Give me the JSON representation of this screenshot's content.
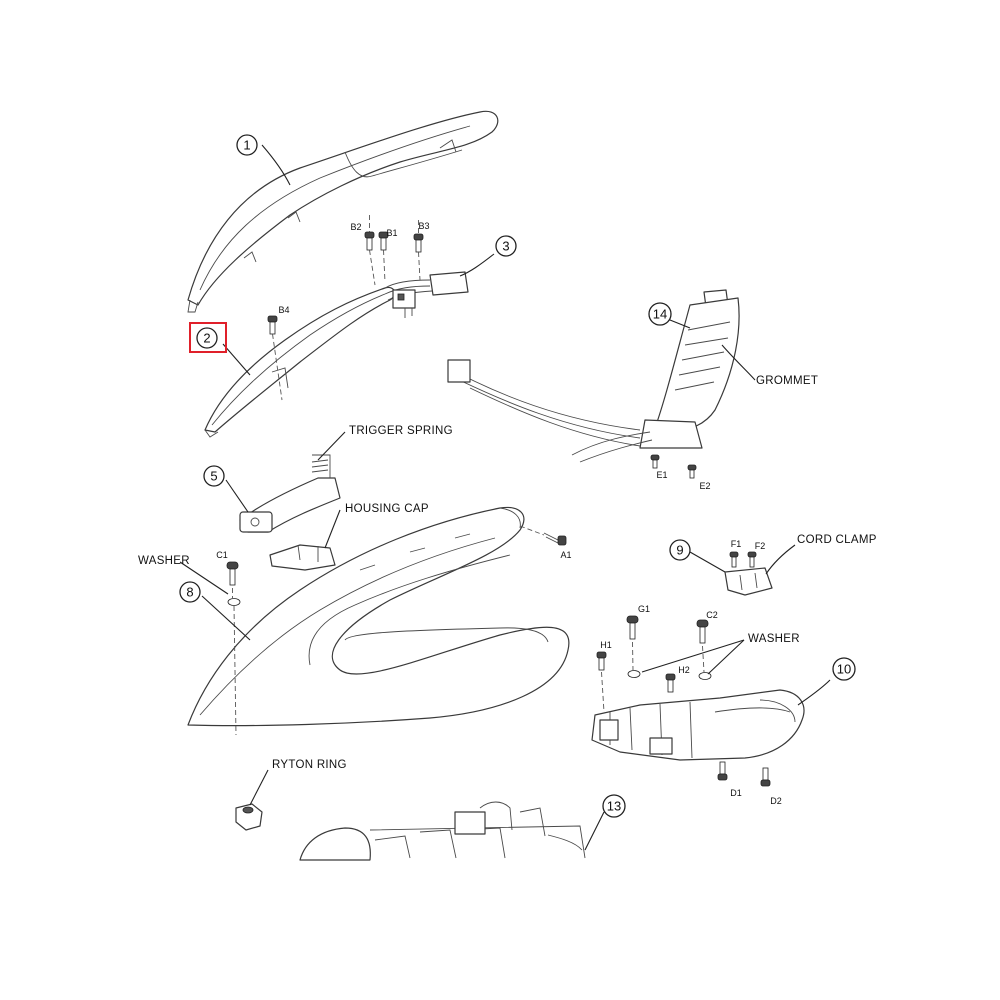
{
  "callouts": {
    "c1": "1",
    "c2": "2",
    "c3": "3",
    "c5": "5",
    "c8": "8",
    "c9": "9",
    "c10": "10",
    "c13": "13",
    "c14": "14"
  },
  "labels": {
    "trigger_spring": "TRIGGER SPRING",
    "housing_cap": "HOUSING CAP",
    "washer_left": "WASHER",
    "washer_right": "WASHER",
    "grommet": "GROMMET",
    "cord_clamp": "CORD CLAMP",
    "ryton_ring": "RYTON RING"
  },
  "screws": {
    "b1": "B1",
    "b2": "B2",
    "b3": "B3",
    "b4": "B4",
    "a1": "A1",
    "c1": "C1",
    "c2": "C2",
    "d1": "D1",
    "d2": "D2",
    "e1": "E1",
    "e2": "E2",
    "f1": "F1",
    "f2": "F2",
    "g1": "G1",
    "h1": "H1",
    "h2": "H2"
  },
  "highlight_color": "#e0202a"
}
